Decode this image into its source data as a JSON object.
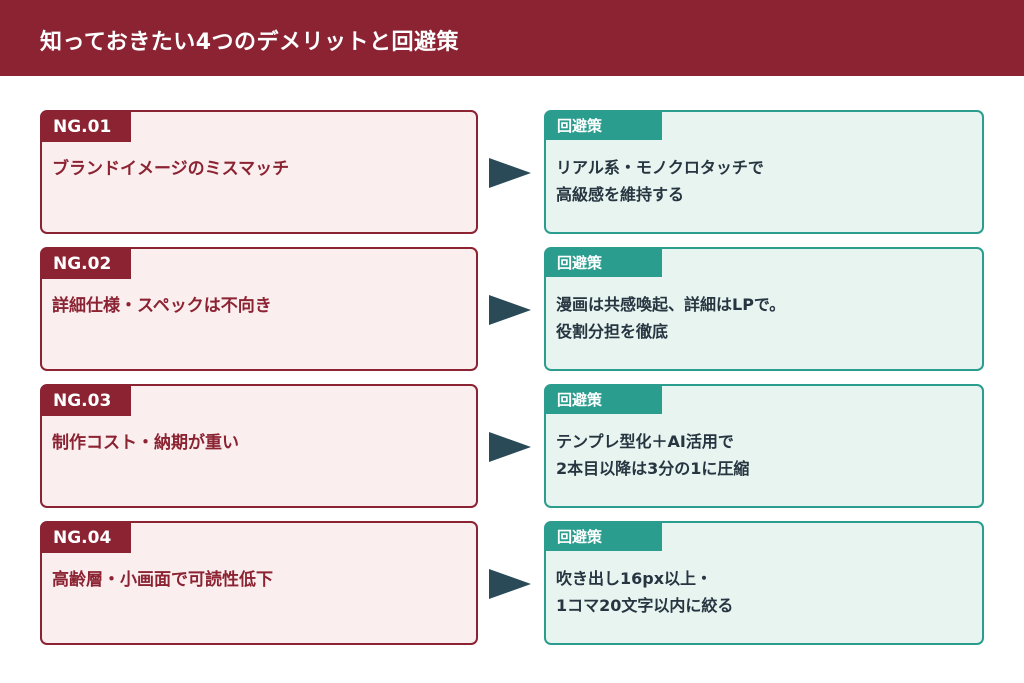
{
  "header": {
    "title": "知っておきたい4つのデメリットと回避策"
  },
  "colors": {
    "ng_accent": "#8b2333",
    "fix_accent": "#2a9d8f",
    "arrow": "#2a4a58"
  },
  "rows": [
    {
      "ng_label": "NG.01",
      "ng_text": "ブランドイメージのミスマッチ",
      "fix_label": "回避策",
      "fix_lines": [
        "リアル系・モノクロタッチで",
        "高級感を維持する"
      ]
    },
    {
      "ng_label": "NG.02",
      "ng_text": "詳細仕様・スペックは不向き",
      "fix_label": "回避策",
      "fix_lines": [
        "漫画は共感喚起、詳細はLPで。",
        "役割分担を徹底"
      ]
    },
    {
      "ng_label": "NG.03",
      "ng_text": "制作コスト・納期が重い",
      "fix_label": "回避策",
      "fix_lines": [
        "テンプレ型化＋AI活用で",
        "2本目以降は3分の1に圧縮"
      ]
    },
    {
      "ng_label": "NG.04",
      "ng_text": "高齢層・小画面で可読性低下",
      "fix_label": "回避策",
      "fix_lines": [
        "吹き出し16px以上・",
        "1コマ20文字以内に絞る"
      ]
    }
  ]
}
